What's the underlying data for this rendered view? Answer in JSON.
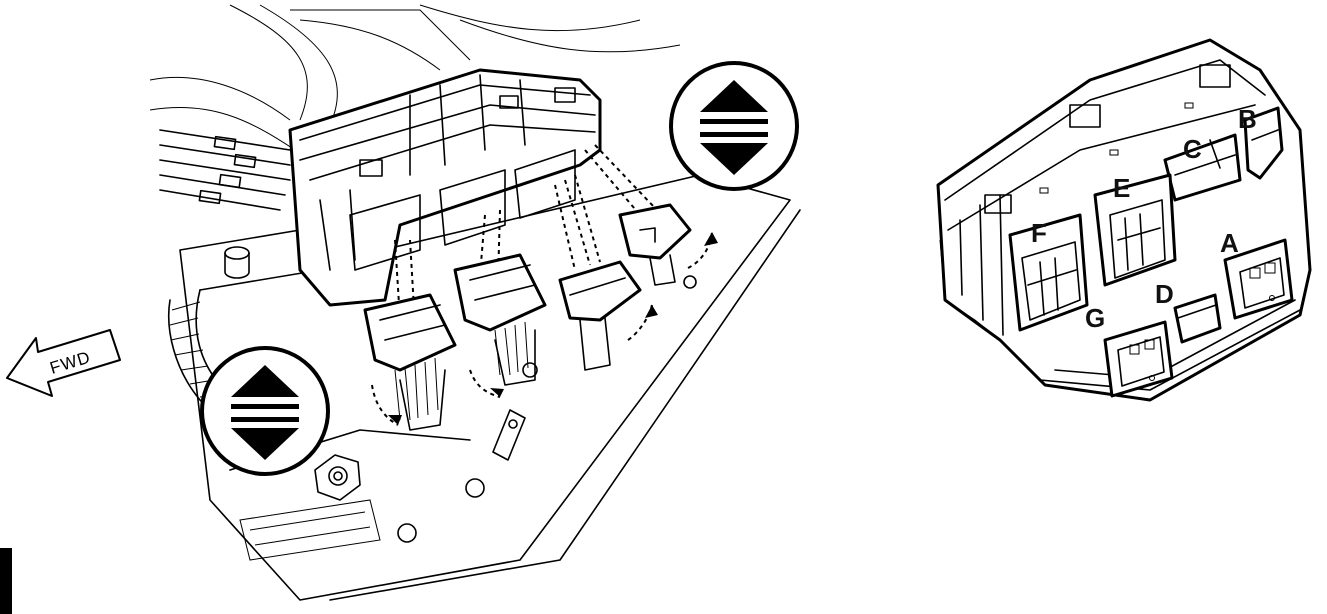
{
  "direction_label": "FWD",
  "connector_labels": {
    "a": "A",
    "b": "B",
    "c": "C",
    "d": "D",
    "e": "E",
    "f": "F",
    "g": "G"
  },
  "colors": {
    "line": "#000000",
    "background": "#ffffff"
  }
}
